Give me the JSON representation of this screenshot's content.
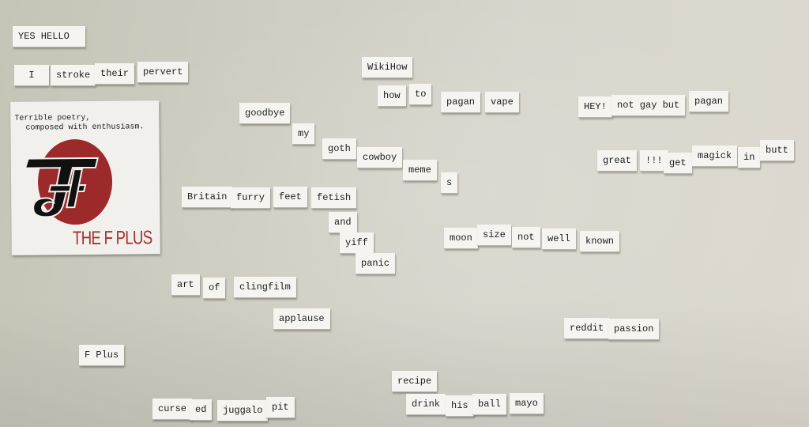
{
  "card": {
    "tagline_line1": "Terrible poetry,",
    "tagline_line2": "composed with enthusiasm.",
    "brand": "THE F PLUS",
    "logo_accent_color": "#9c2a2a"
  },
  "magnets": [
    "YES HELLO",
    "I",
    "stroke",
    "their",
    "pervert",
    "WikiHow",
    "how",
    "to",
    "pagan",
    "vape",
    "HEY!",
    "not gay but",
    "pagan",
    "goodbye",
    "my",
    "goth",
    "cowboy",
    "meme",
    "s",
    "great",
    "!!!",
    "get",
    "magick",
    "in",
    "butt",
    "Britain",
    "furry",
    "feet",
    "fetish",
    "and",
    "yiff",
    "panic",
    "moon",
    "size",
    "not",
    "well",
    "known",
    "art",
    "of",
    "clingfilm",
    "applause",
    "reddit",
    "passion",
    "F Plus",
    "recipe",
    "drink",
    "his",
    "ball",
    "mayo",
    "curse",
    "ed",
    "juggalo",
    "pit"
  ]
}
